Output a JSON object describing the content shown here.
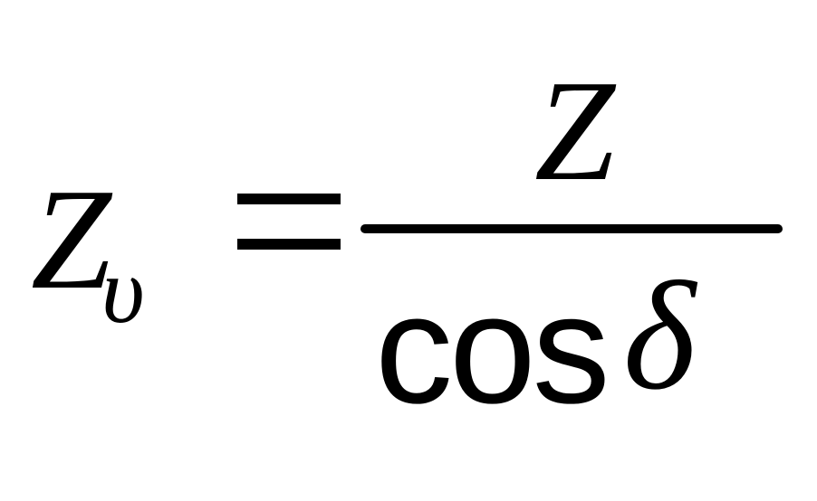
{
  "equation": {
    "lhs": {
      "variable": "Z",
      "subscript": "υ"
    },
    "relation": "=",
    "rhs": {
      "numerator": "Z",
      "denominator": {
        "function": "cos",
        "argument": "δ"
      }
    }
  }
}
